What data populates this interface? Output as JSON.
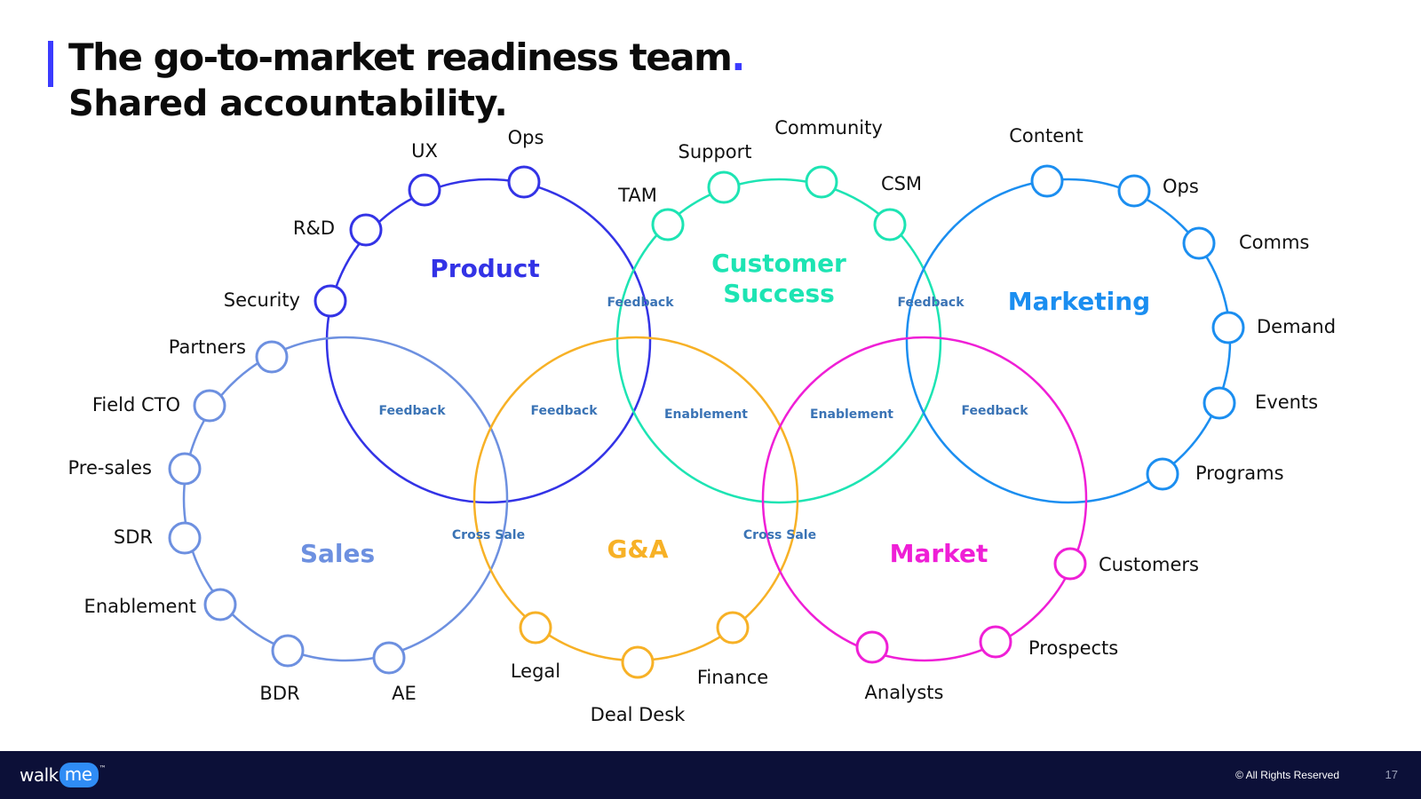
{
  "title": "The go-to-market readiness team",
  "title_dot": ".",
  "subtitle": "Shared accountability.",
  "colors": {
    "product": "#3333e6",
    "customer_success": "#1de4b3",
    "marketing": "#1b8ef0",
    "sales": "#6d90e0",
    "ga": "#f7b126",
    "market": "#ef1fd6",
    "intersection_label": "#3a73b5"
  },
  "teams": {
    "product": {
      "label": "Product",
      "members": [
        "UX",
        "Ops",
        "R&D",
        "Security"
      ]
    },
    "customer_success": {
      "label_line1": "Customer",
      "label_line2": "Success",
      "members": [
        "TAM",
        "Support",
        "Community",
        "CSM"
      ]
    },
    "marketing": {
      "label": "Marketing",
      "members": [
        "Content",
        "Ops",
        "Comms",
        "Demand",
        "Events",
        "Programs"
      ]
    },
    "sales": {
      "label": "Sales",
      "members": [
        "Partners",
        "Field CTO",
        "Pre-sales",
        "SDR",
        "Enablement",
        "BDR",
        "AE"
      ]
    },
    "ga": {
      "label": "G&A",
      "members": [
        "Legal",
        "Deal Desk",
        "Finance"
      ]
    },
    "market": {
      "label": "Market",
      "members": [
        "Customers",
        "Prospects",
        "Analysts"
      ]
    }
  },
  "intersections": {
    "product_cs": "Feedback",
    "cs_marketing": "Feedback",
    "product_sales": "Feedback",
    "product_ga": "Feedback",
    "cs_ga": "Enablement",
    "cs_market": "Enablement",
    "marketing_market": "Feedback",
    "sales_ga": "Cross Sale",
    "ga_market": "Cross Sale"
  },
  "footer": {
    "logo_walk": "walk",
    "logo_me": "me",
    "logo_tm": "™",
    "copyright": "© All Rights Reserved",
    "page_number": "17"
  }
}
